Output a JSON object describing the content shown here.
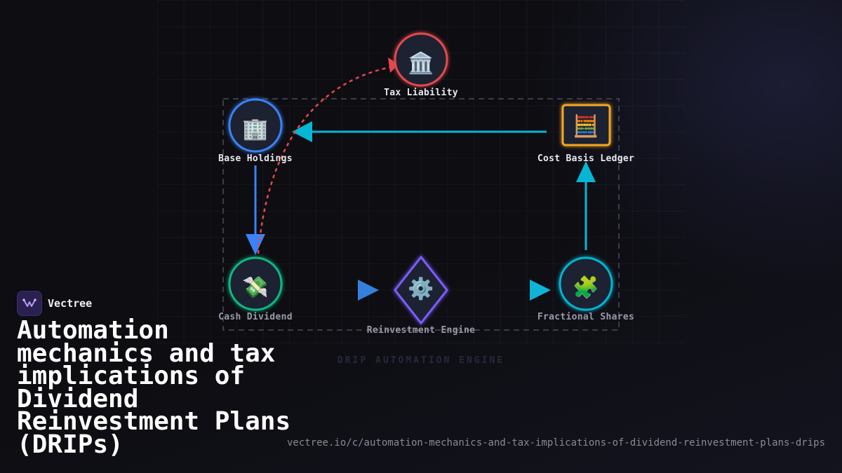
{
  "brand": {
    "name": "Vectree",
    "logo_icon": "vectree-logo-icon"
  },
  "headline": "Automation mechanics and tax implications of Dividend Reinvestment Plans (DRIPs)",
  "url": "vectree.io/c/automation-mechanics-and-tax-implications-of-dividend-reinvestment-plans-drips",
  "diagram": {
    "caption": "DRIP AUTOMATION ENGINE",
    "nodes": {
      "tax": {
        "label": "Tax Liability",
        "icon": "bank-icon",
        "glyph": "🏛️",
        "color": "#e5484d"
      },
      "base": {
        "label": "Base Holdings",
        "icon": "office-building-icon",
        "glyph": "🏢",
        "color": "#3b82f6"
      },
      "ledger": {
        "label": "Cost Basis Ledger",
        "icon": "abacus-icon",
        "glyph": "🧮",
        "color": "#f5a524"
      },
      "cash": {
        "label": "Cash Dividend",
        "icon": "money-with-wings-icon",
        "glyph": "💸",
        "color": "#10b981"
      },
      "engine": {
        "label": "Reinvestment Engine",
        "icon": "gear-icon",
        "glyph": "⚙️",
        "color": "#7c5cff"
      },
      "fractional": {
        "label": "Fractional Shares",
        "icon": "puzzle-piece-icon",
        "glyph": "🧩",
        "color": "#06b6d4"
      }
    },
    "colors": {
      "flow_blue": "#3b82f6",
      "flow_cyan": "#06b6d4",
      "tax_dashed": "#e5484d",
      "frame": "#3a3d4a"
    }
  }
}
